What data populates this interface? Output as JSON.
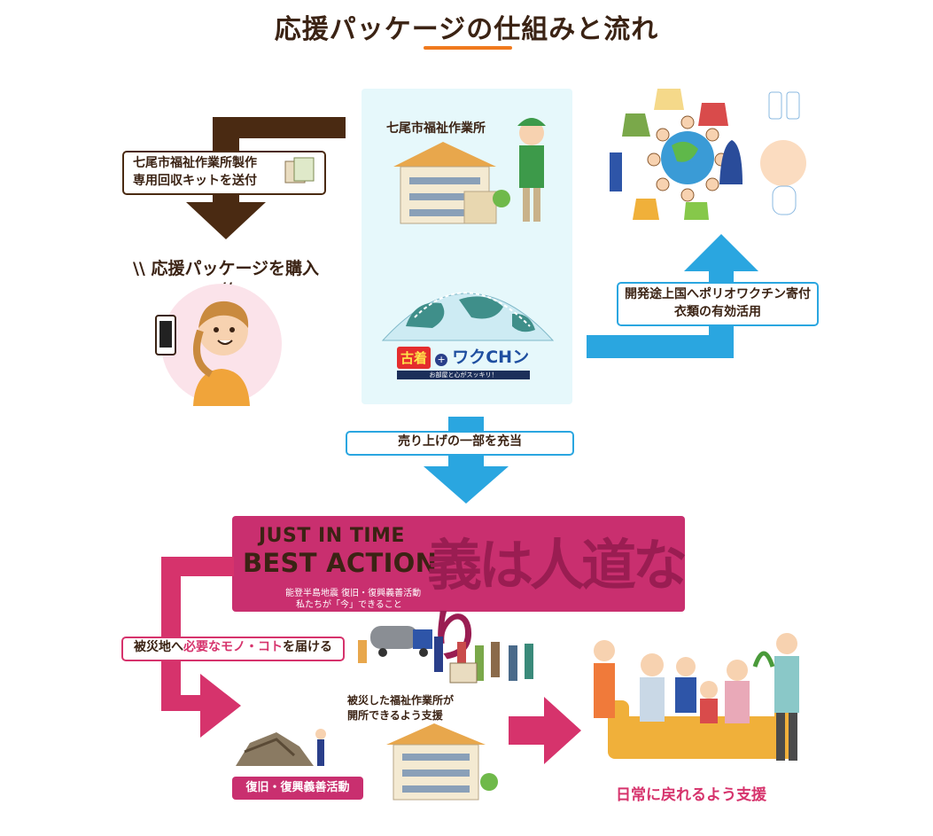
{
  "title": "応援パッケージの仕組みと流れ",
  "colors": {
    "brown": "#4a2a12",
    "blue": "#2aa6e0",
    "pink": "#d6336c",
    "banner": "#c92f6f",
    "accent": "#f07a1e"
  },
  "kit_label": {
    "line1": "七尾市福祉作業所製作",
    "line2": "専用回収キットを送付"
  },
  "purchase_label": "応援パッケージを購入",
  "workshop_label": "七尾市福祉作業所",
  "logo": {
    "part1": "古着",
    "part2": "ワクCH",
    "part3": "ン",
    "tagline": "お部屋と心がスッキリ！"
  },
  "donation_label": {
    "line1": "開発途上国へポリオワクチン寄付",
    "line2": "衣類の有効活用"
  },
  "sales_label": "売り上げの一部を充当",
  "banner": {
    "line1": "JUST IN TIME",
    "line2": "BEST ACTION",
    "sub1": "能登半島地震 復旧・復興義善活動",
    "sub2": "私たちが「今」できること",
    "calligraphy": "義は人道なり"
  },
  "deliver_label": {
    "pre": "被災地へ",
    "highlight": "必要なモノ・コト",
    "post": "を届ける"
  },
  "reopen_label": {
    "line1": "被災した福祉作業所が",
    "line2": "開所できるよう支援"
  },
  "recovery_tag": "復旧・復興義善活動",
  "daily_life_label": "日常に戻れるよう支援"
}
